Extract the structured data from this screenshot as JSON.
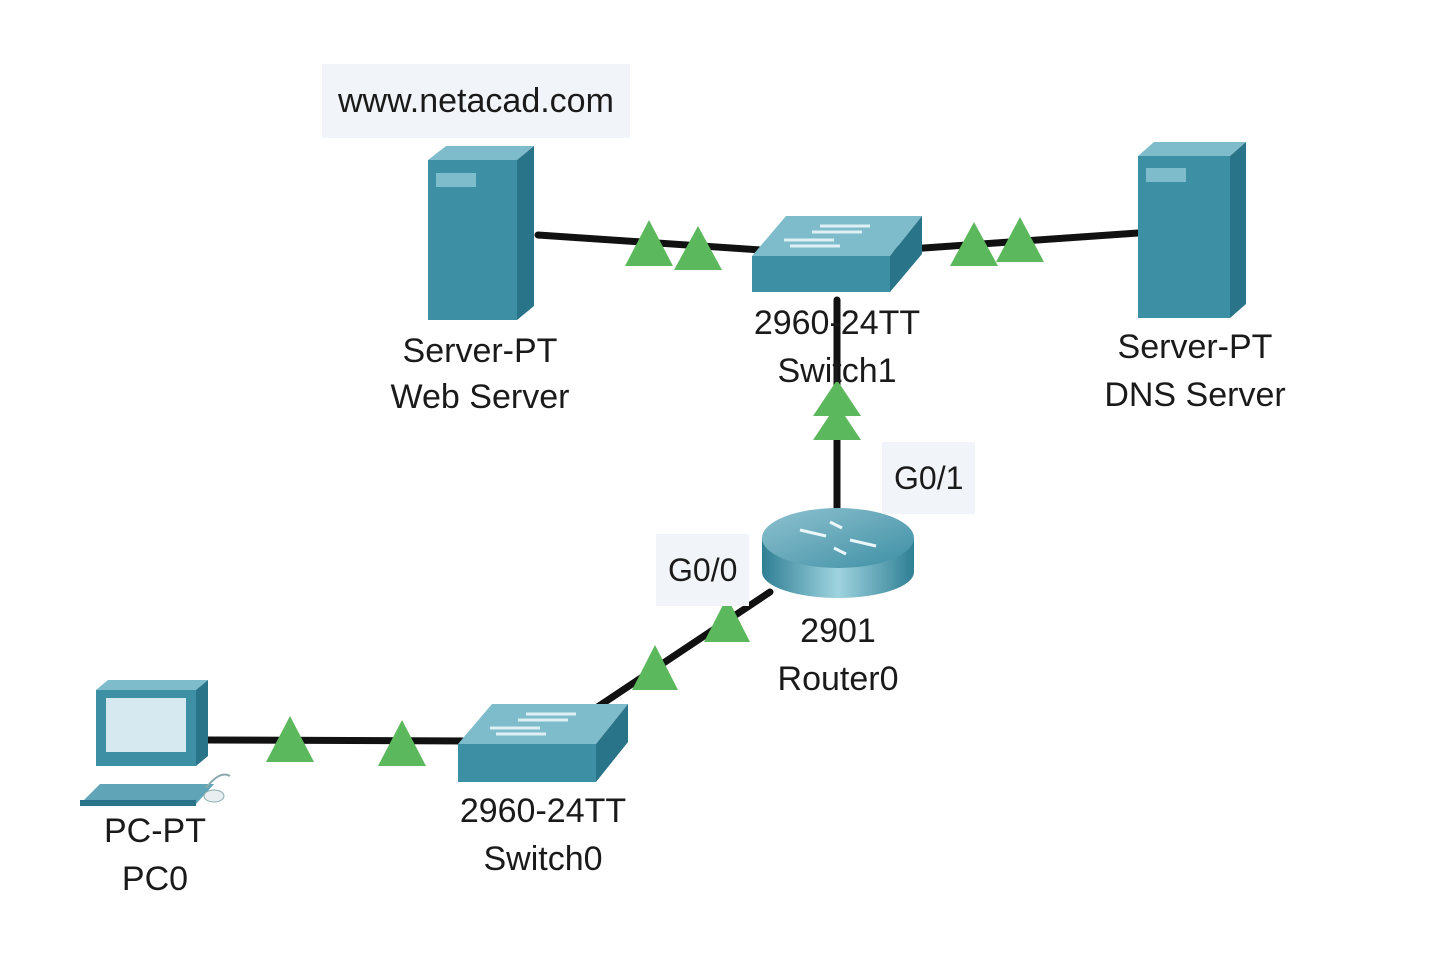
{
  "note": "www.netacad.com",
  "devices": {
    "web_server": {
      "model": "Server-PT",
      "name": "Web Server",
      "icon": "server-icon"
    },
    "switch1": {
      "model": "2960-24TT",
      "name": "Switch1",
      "icon": "switch-icon"
    },
    "dns_server": {
      "model": "Server-PT",
      "name": "DNS Server",
      "icon": "server-icon"
    },
    "router0": {
      "model": "2901",
      "name": "Router0",
      "icon": "router-icon"
    },
    "switch0": {
      "model": "2960-24TT",
      "name": "Switch0",
      "icon": "switch-icon"
    },
    "pc0": {
      "model": "PC-PT",
      "name": "PC0",
      "icon": "pc-icon"
    }
  },
  "ports": {
    "router_g01": "G0/1",
    "router_g00": "G0/0"
  },
  "colors": {
    "link": "#111111",
    "link_up_indicator": "#5cb85c",
    "device_teal": "#3d8fa4",
    "label_bg": "#f1f4f8"
  }
}
